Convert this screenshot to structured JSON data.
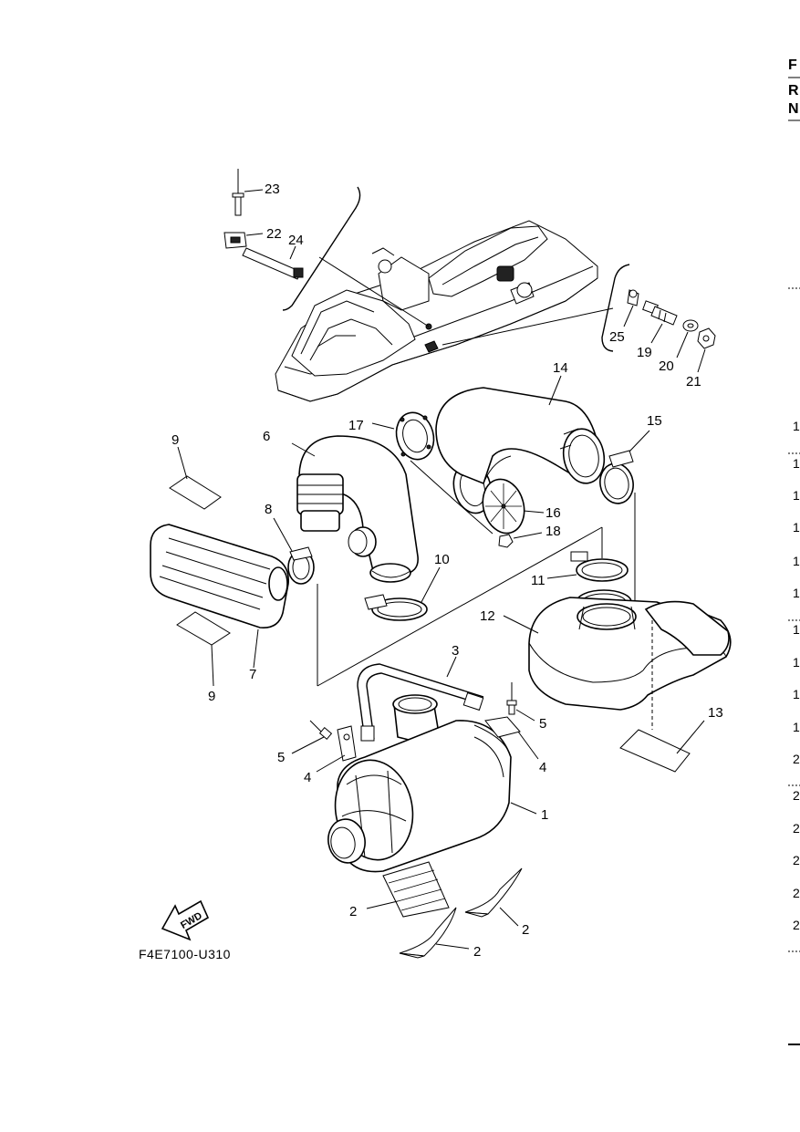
{
  "reference_code": "F4E7100-U310",
  "fwd_label": "FWD",
  "callouts": [
    {
      "id": "c1",
      "text": "1"
    },
    {
      "id": "c2a",
      "text": "2"
    },
    {
      "id": "c2b",
      "text": "2"
    },
    {
      "id": "c2c",
      "text": "2"
    },
    {
      "id": "c3",
      "text": "3"
    },
    {
      "id": "c4a",
      "text": "4"
    },
    {
      "id": "c4b",
      "text": "4"
    },
    {
      "id": "c5a",
      "text": "5"
    },
    {
      "id": "c5b",
      "text": "5"
    },
    {
      "id": "c6",
      "text": "6"
    },
    {
      "id": "c7",
      "text": "7"
    },
    {
      "id": "c8",
      "text": "8"
    },
    {
      "id": "c9a",
      "text": "9"
    },
    {
      "id": "c9b",
      "text": "9"
    },
    {
      "id": "c10",
      "text": "10"
    },
    {
      "id": "c11",
      "text": "11"
    },
    {
      "id": "c12",
      "text": "12"
    },
    {
      "id": "c13",
      "text": "13"
    },
    {
      "id": "c14",
      "text": "14"
    },
    {
      "id": "c15",
      "text": "15"
    },
    {
      "id": "c16",
      "text": "16"
    },
    {
      "id": "c17",
      "text": "17"
    },
    {
      "id": "c18",
      "text": "18"
    },
    {
      "id": "c19",
      "text": "19"
    },
    {
      "id": "c20",
      "text": "20"
    },
    {
      "id": "c21",
      "text": "21"
    },
    {
      "id": "c22",
      "text": "22"
    },
    {
      "id": "c23",
      "text": "23"
    },
    {
      "id": "c24",
      "text": "24"
    },
    {
      "id": "c25",
      "text": "25"
    }
  ],
  "right_edge": {
    "header_letters": [
      "F",
      "R",
      "N"
    ],
    "row_digits": [
      "1",
      "1",
      "1",
      "1",
      "1",
      "1",
      "1",
      "1",
      "1",
      "1",
      "2",
      "2",
      "2",
      "2",
      "2",
      "2"
    ]
  }
}
